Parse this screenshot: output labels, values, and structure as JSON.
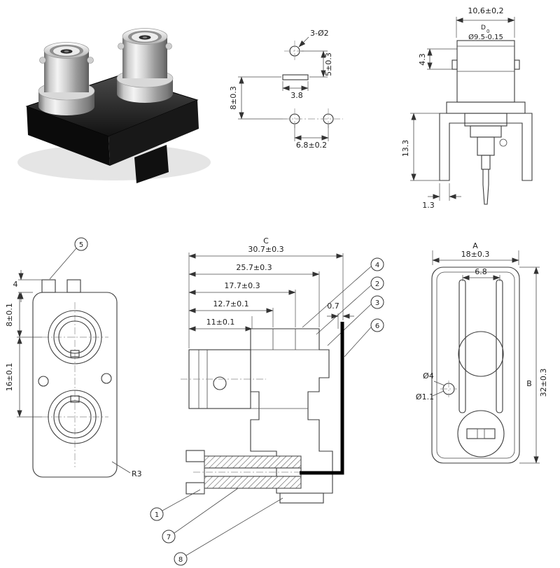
{
  "page": {
    "background": "#ffffff",
    "description": "Technical drawing sheet of a dual-port right-angle BNC PCB connector with photo and five dimensioned views"
  },
  "colors": {
    "line": "#3a3a3a",
    "text": "#1c1c1c",
    "pin_highlight": "#000000",
    "metal_light": "#f2f2f2",
    "metal_dark": "#5c5c5c",
    "base_black": "#141414"
  },
  "photo": {
    "name": "dual-bnc-connector-product-photo"
  },
  "pin_layout": {
    "hole_callout": "3-Ø2",
    "dim_top_to_slot": "5±0.3",
    "dim_slot_to_holes": "8±0.3",
    "dim_slot_length": "3.8",
    "dim_hole_pitch": "6.8±0.2"
  },
  "side_view": {
    "dim_width": "10,6±0,2",
    "tol_letter": "D",
    "tol_zero": "0",
    "diameter": "Ø9.5-0.15",
    "dim_lug": "4.3",
    "dim_bracket": "13.3",
    "dim_leg": "1.3"
  },
  "front_view": {
    "callout_5": "5",
    "dim_lug_height": "4",
    "dim_center_offset": "8±0.1",
    "dim_center_pitch": "16±0.1",
    "corner_radius": "R3"
  },
  "section_view": {
    "label_c": "C",
    "dim_overall": "30.7±0.3",
    "dim_2": "25.7±0.3",
    "dim_3": "17.7±0.3",
    "dim_4": "12.7±0.1",
    "dim_5": "11±0.1",
    "dim_gap": "0.7",
    "callout_4": "4",
    "callout_2": "2",
    "callout_3": "3",
    "callout_6": "6",
    "callout_1": "1",
    "callout_7": "7",
    "callout_8": "8"
  },
  "rear_view": {
    "label_a": "A",
    "dim_width": "18±0.3",
    "dim_pin_pitch": "6.8",
    "dia_hole": "Ø4",
    "dia_pin": "Ø1.1",
    "label_b": "B",
    "dim_height": "32±0.3"
  }
}
